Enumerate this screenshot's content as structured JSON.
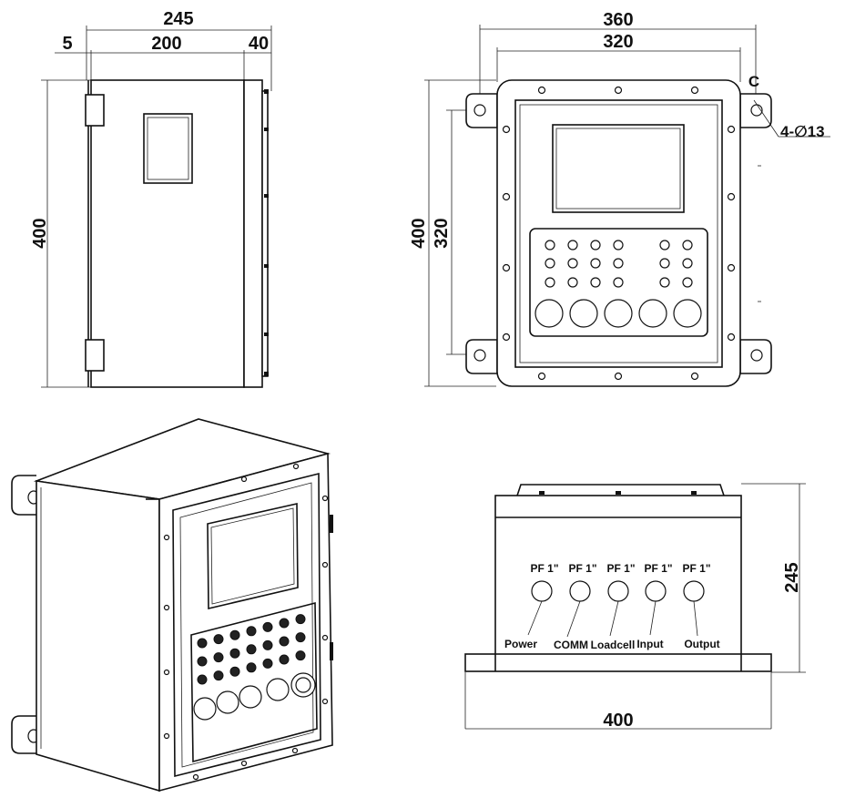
{
  "side_view": {
    "overall_width": "245",
    "flange": "5",
    "body_depth": "200",
    "cover_depth": "40",
    "height": "400"
  },
  "front_view": {
    "overall_width": "360",
    "bolt_spacing_h": "320",
    "overall_height": "400",
    "bolt_spacing_v": "320",
    "corner_marker": "C",
    "holes_label": "4-∅13"
  },
  "bottom_view": {
    "height": "245",
    "width": "400",
    "ports": [
      {
        "thread": "PF 1\"",
        "name": "Power"
      },
      {
        "thread": "PF 1\"",
        "name": "COMM"
      },
      {
        "thread": "PF 1\"",
        "name": "Loadcell"
      },
      {
        "thread": "PF 1\"",
        "name": "Input"
      },
      {
        "thread": "PF 1\"",
        "name": "Output"
      }
    ]
  }
}
